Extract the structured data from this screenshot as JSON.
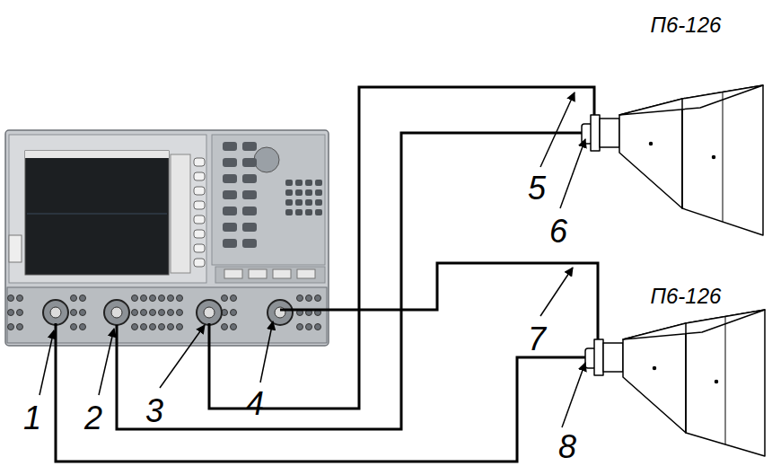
{
  "diagram": {
    "labels": [
      "П6-126",
      "П6-126",
      "1",
      "2",
      "3",
      "4",
      "5",
      "6",
      "7",
      "8"
    ]
  }
}
